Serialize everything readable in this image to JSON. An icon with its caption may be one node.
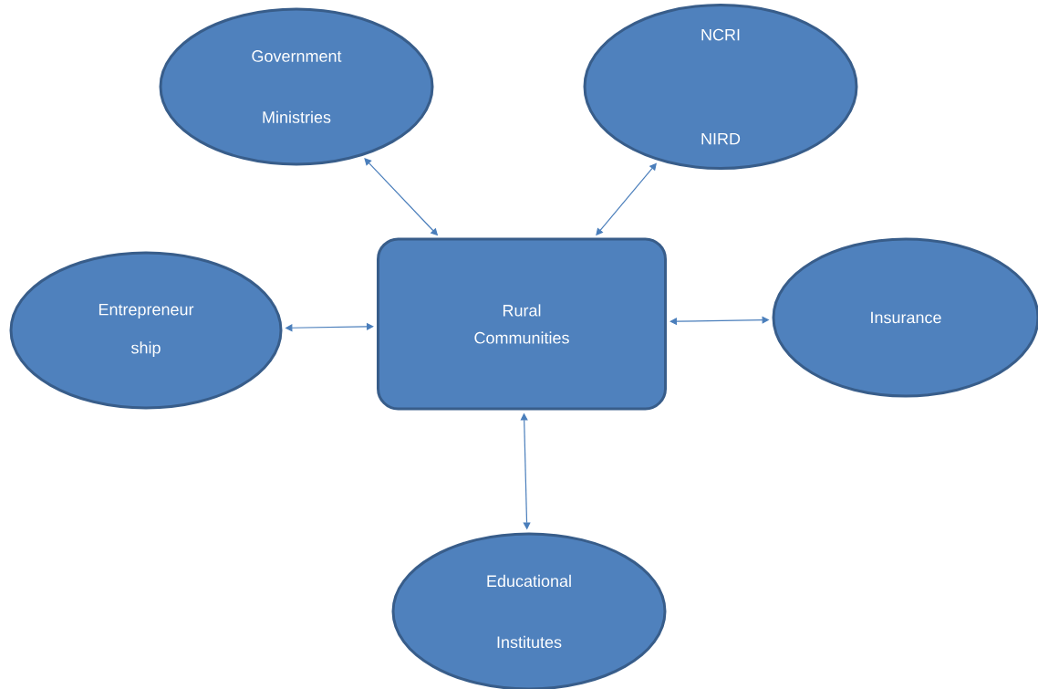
{
  "diagram": {
    "nodes": [
      {
        "text": [
          "Government Ministries"
        ]
      },
      {
        "text": [
          "NCRI",
          "NIRD"
        ]
      },
      {
        "text": [
          "Entrepreneur ship"
        ]
      },
      {
        "text": [
          "Rural Communities"
        ]
      },
      {
        "text": [
          "Insurance"
        ]
      },
      {
        "text": [
          "Educational Institutes"
        ]
      }
    ],
    "edges": [
      {
        "from": 0,
        "to": 3,
        "arrow": "both"
      },
      {
        "from": 1,
        "to": 3,
        "arrow": "both"
      },
      {
        "from": 2,
        "to": 3,
        "arrow": "both"
      },
      {
        "from": 3,
        "to": 4,
        "arrow": "both"
      },
      {
        "from": 3,
        "to": 5,
        "arrow": "both"
      }
    ]
  }
}
